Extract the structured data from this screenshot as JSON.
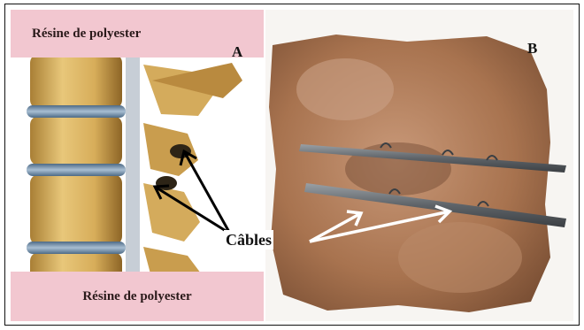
{
  "figure": {
    "panel_a": {
      "letter": "A",
      "resin_top_label": "Résine de polyester",
      "resin_bottom_label": "Résine de polyester"
    },
    "panel_b": {
      "letter": "B"
    },
    "cables_label": "Câbles",
    "colors": {
      "resin_band": "#f2c7d0",
      "bone": "#d9b76a",
      "disc": "#7f9bb5",
      "arrow_black": "#000000",
      "arrow_white": "#ffffff",
      "specimen_tissue": "#b98463",
      "rod": "#6f7479"
    }
  }
}
